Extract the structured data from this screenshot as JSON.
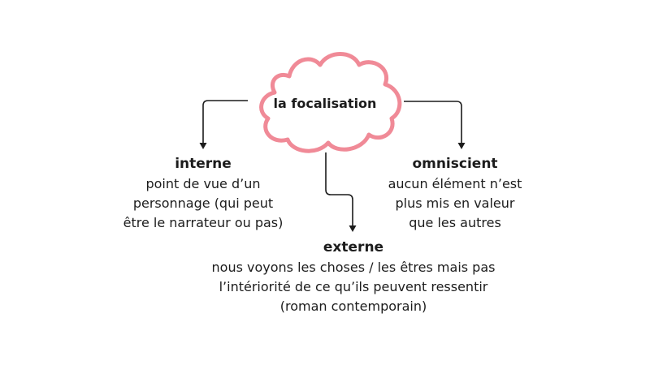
{
  "center": {
    "label": "la focalisation"
  },
  "colors": {
    "cloud_stroke": "#f08a97",
    "arrow": "#1c1c1c",
    "text": "#1c1c1c"
  },
  "branches": {
    "interne": {
      "title": "interne",
      "lines": [
        "point de vue d’un",
        "personnage (qui peut",
        "être le narrateur ou pas)"
      ]
    },
    "omniscient": {
      "title": "omniscient",
      "lines": [
        "aucun élément n’est",
        "plus mis en valeur",
        "que les autres"
      ]
    },
    "externe": {
      "title": "externe",
      "lines": [
        "nous voyons les choses / les êtres mais pas",
        "l’intériorité de ce qu’ils peuvent ressentir",
        "(roman contemporain)"
      ]
    }
  }
}
